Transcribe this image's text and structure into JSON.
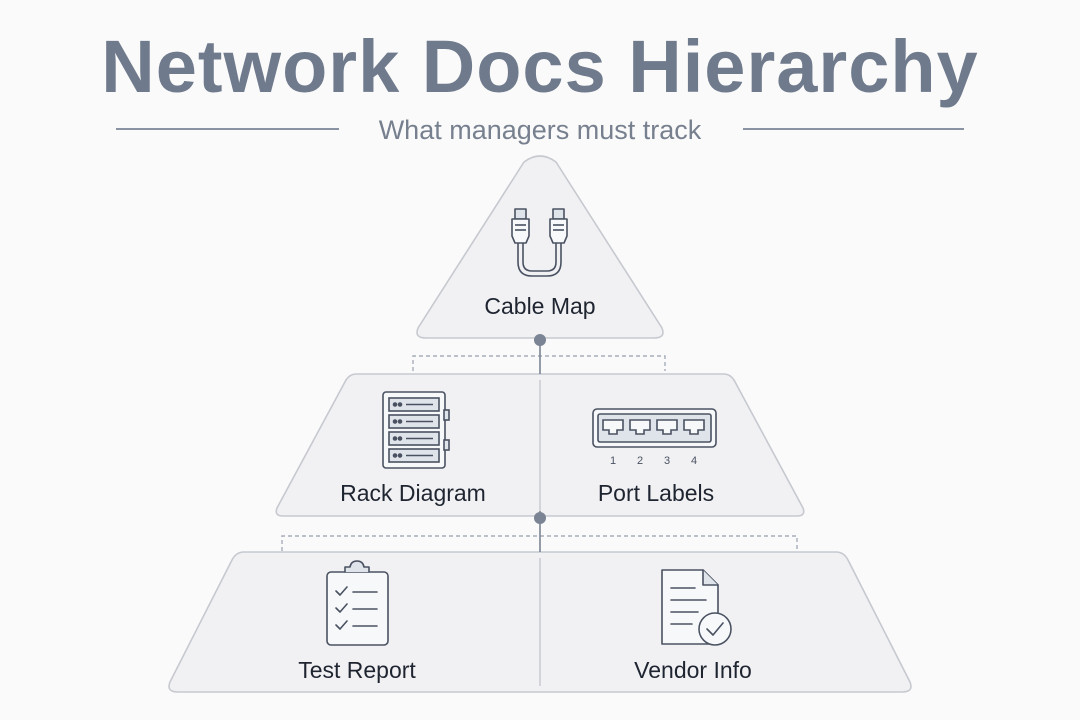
{
  "header": {
    "title": "Network Docs Hierarchy",
    "subtitle": "What managers must track"
  },
  "pyramid": {
    "top": {
      "label": "Cable Map",
      "icon": "ethernet-cable-icon"
    },
    "middle": [
      {
        "label": "Rack Diagram",
        "icon": "server-rack-icon"
      },
      {
        "label": "Port Labels",
        "icon": "network-switch-icon",
        "port_numbers": [
          "1",
          "2",
          "3",
          "4"
        ]
      }
    ],
    "bottom": [
      {
        "label": "Test Report",
        "icon": "checklist-clipboard-icon"
      },
      {
        "label": "Vendor Info",
        "icon": "document-check-icon"
      }
    ]
  },
  "colors": {
    "title": "#6f7a8c",
    "tier_fill": "#f1f1f3",
    "tier_stroke": "#c6c9cf",
    "connector": "#7b8494",
    "icon_stroke": "#4a5262",
    "icon_fill": "#dfe3ea"
  }
}
